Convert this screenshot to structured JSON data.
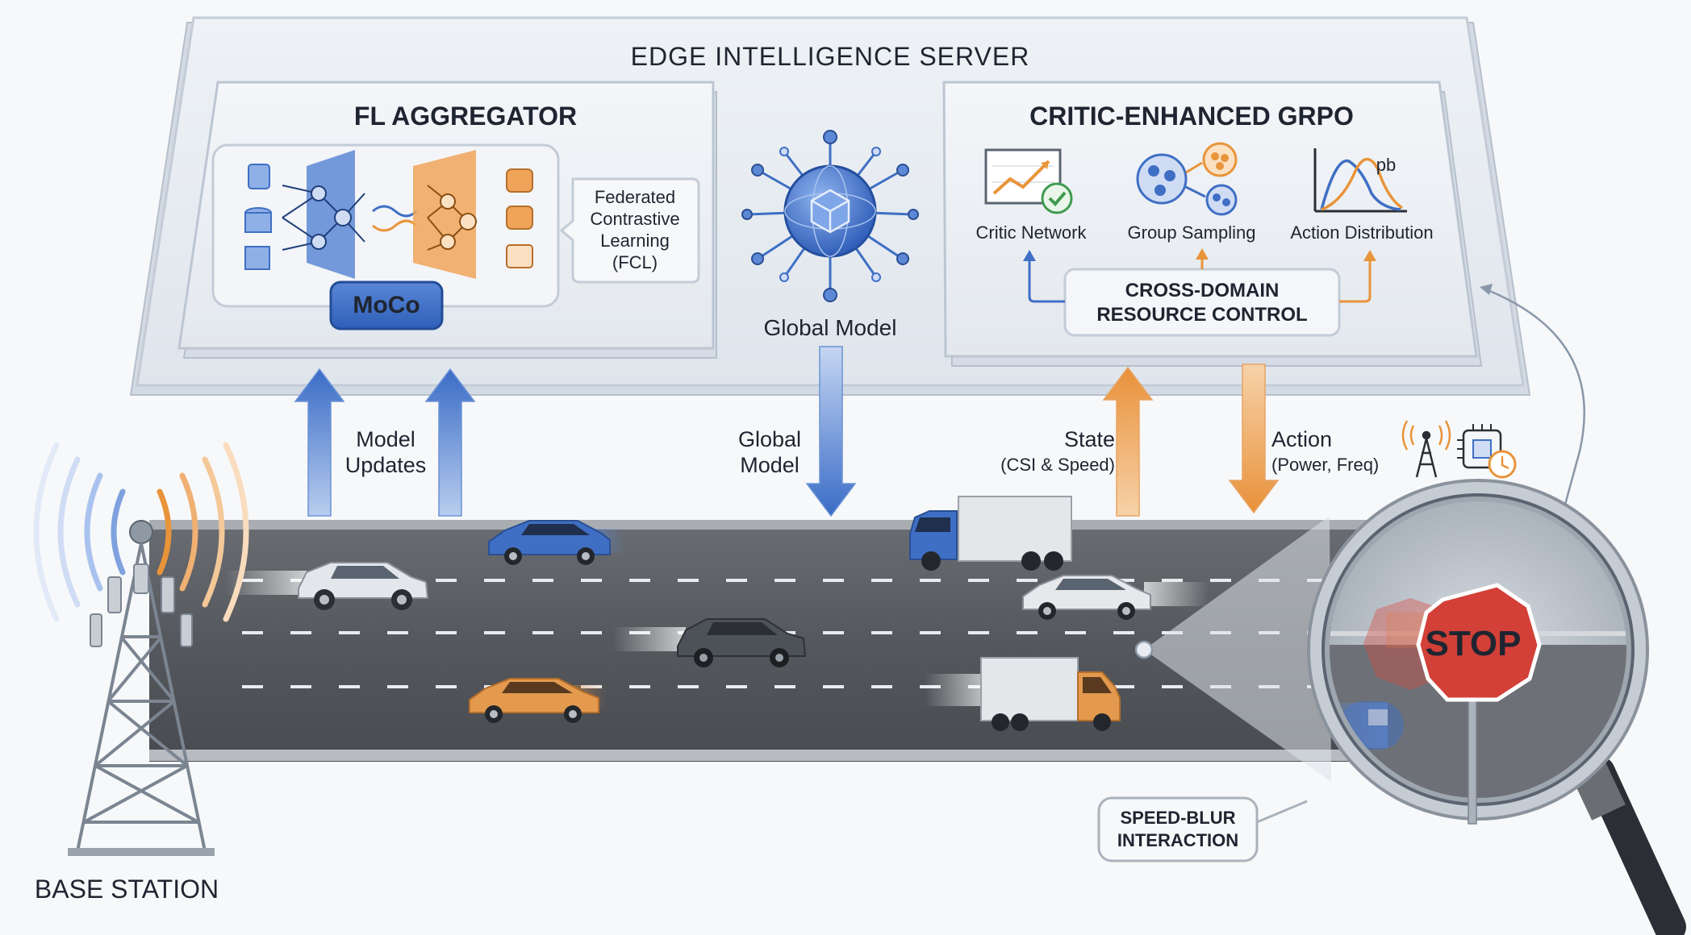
{
  "server": {
    "title": "EDGE INTELLIGENCE SERVER",
    "fl": {
      "title": "FL AGGREGATOR",
      "moco_label": "MoCo",
      "fcl_lines": [
        "Federated",
        "Contrastive",
        "Learning",
        "(FCL)"
      ]
    },
    "global_model_label": "Global Model",
    "grpo": {
      "title": "CRITIC-ENHANCED GRPO",
      "critic_label": "Critic Network",
      "group_label": "Group Sampling",
      "action_label": "Action Distribution",
      "pb_label": "pb",
      "control_lines": [
        "CROSS-DOMAIN",
        "RESOURCE CONTROL"
      ]
    }
  },
  "flows": {
    "model_updates": [
      "Model",
      "Updates"
    ],
    "global_model": [
      "Global",
      "Model"
    ],
    "state": [
      "State",
      "(CSI & Speed)"
    ],
    "action": [
      "Action",
      "(Power, Freq)"
    ]
  },
  "base_station_label": "BASE STATION",
  "speed_blur_lines": [
    "SPEED-BLUR",
    "INTERACTION"
  ],
  "stop_sign_text": "STOP",
  "colors": {
    "blue": "#3f6fc4",
    "orange": "#e8943a",
    "panel": "#e6ebf1",
    "road": "#55585d"
  }
}
